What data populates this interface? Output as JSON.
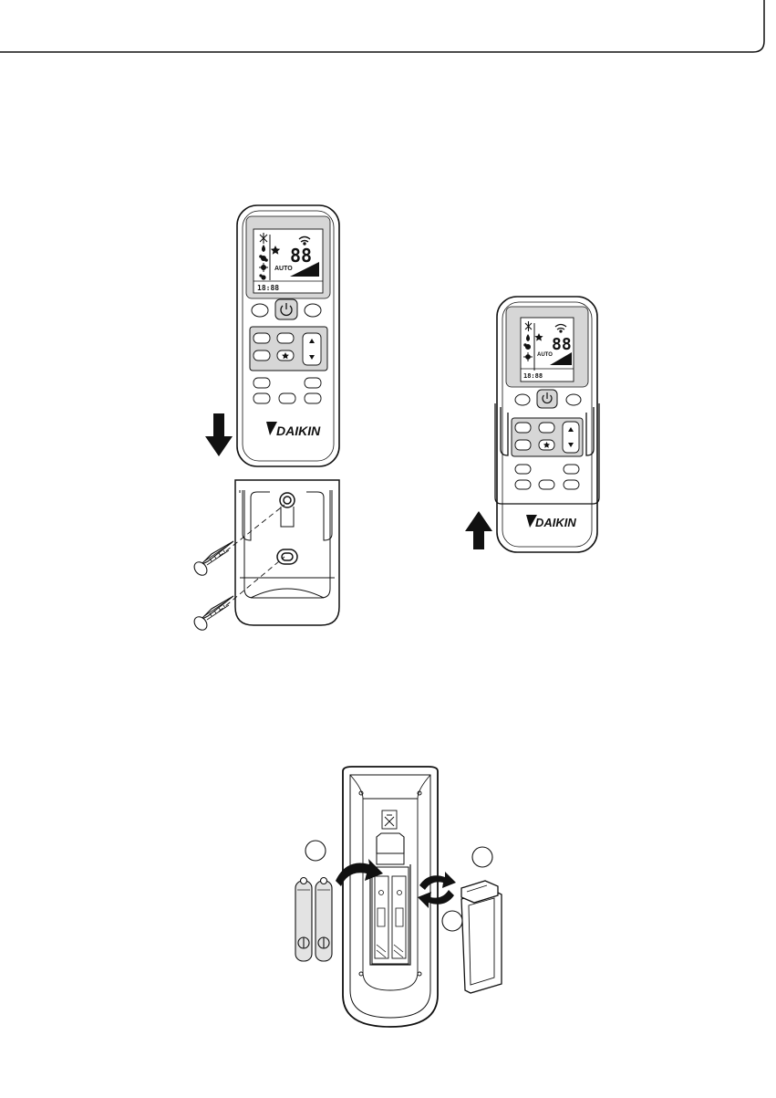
{
  "brand": {
    "logo_text": "DAIKIN"
  },
  "lcd": {
    "digits": "88",
    "mode_auto": "AUTO",
    "clock": "18:88"
  },
  "step_badges": [
    "",
    "",
    ""
  ],
  "colors": {
    "stroke": "#111111",
    "lcd_frame": "#d6d6d6",
    "battery": "#e3e3e3",
    "remote_body": "#ffffff"
  },
  "icons": [
    "snowflake-icon",
    "drop-icon",
    "fan-icon",
    "sun-icon",
    "wifi-icon",
    "star-icon",
    "power-icon",
    "arrow-up-icon",
    "arrow-down-icon",
    "screw-icon",
    "rotate-arrows-icon",
    "battery-icon",
    "recycle-bin-icon"
  ]
}
